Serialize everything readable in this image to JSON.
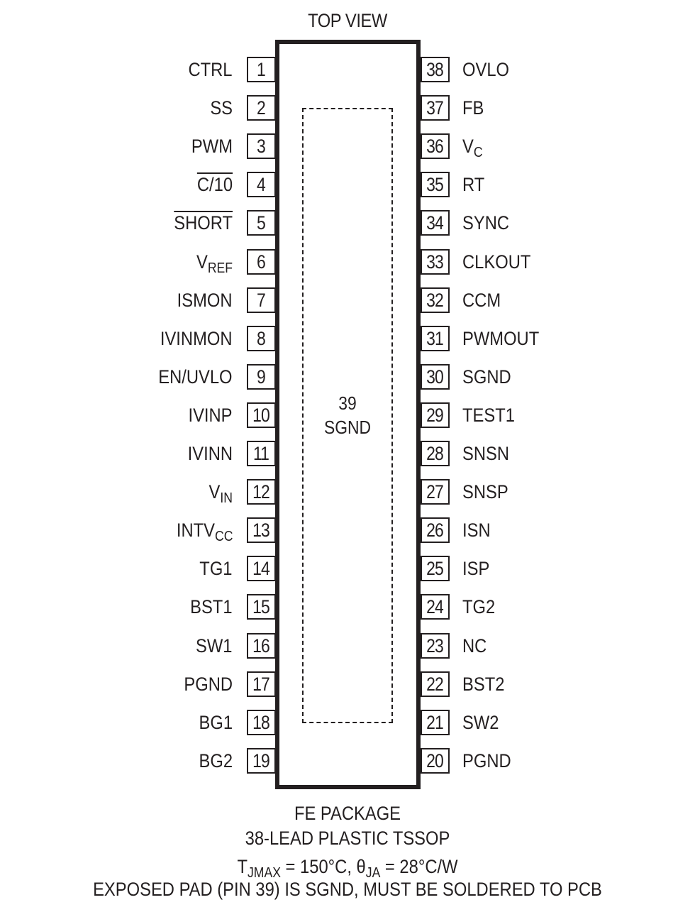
{
  "diagram": {
    "title": "TOP VIEW",
    "exposed_pad": {
      "number": "39",
      "name": "SGND"
    },
    "left_pins": [
      {
        "num": "1",
        "name": "CTRL"
      },
      {
        "num": "2",
        "name": "SS"
      },
      {
        "num": "3",
        "name": "PWM"
      },
      {
        "num": "4",
        "name": "C/10",
        "overbar": true
      },
      {
        "num": "5",
        "name": "SHORT",
        "overbar": true
      },
      {
        "num": "6",
        "name": "V",
        "sub": "REF"
      },
      {
        "num": "7",
        "name": "ISMON"
      },
      {
        "num": "8",
        "name": "IVINMON"
      },
      {
        "num": "9",
        "name": "EN/UVLO"
      },
      {
        "num": "10",
        "name": "IVINP"
      },
      {
        "num": "11",
        "name": "IVINN"
      },
      {
        "num": "12",
        "name": "V",
        "sub": "IN"
      },
      {
        "num": "13",
        "name": "INTV",
        "sub": "CC"
      },
      {
        "num": "14",
        "name": "TG1"
      },
      {
        "num": "15",
        "name": "BST1"
      },
      {
        "num": "16",
        "name": "SW1"
      },
      {
        "num": "17",
        "name": "PGND"
      },
      {
        "num": "18",
        "name": "BG1"
      },
      {
        "num": "19",
        "name": "BG2"
      }
    ],
    "right_pins": [
      {
        "num": "38",
        "name": "OVLO"
      },
      {
        "num": "37",
        "name": "FB"
      },
      {
        "num": "36",
        "name": "V",
        "sub": "C"
      },
      {
        "num": "35",
        "name": "RT"
      },
      {
        "num": "34",
        "name": "SYNC"
      },
      {
        "num": "33",
        "name": "CLKOUT"
      },
      {
        "num": "32",
        "name": "CCM"
      },
      {
        "num": "31",
        "name": "PWMOUT"
      },
      {
        "num": "30",
        "name": "SGND"
      },
      {
        "num": "29",
        "name": "TEST1"
      },
      {
        "num": "28",
        "name": "SNSN"
      },
      {
        "num": "27",
        "name": "SNSP"
      },
      {
        "num": "26",
        "name": "ISN"
      },
      {
        "num": "25",
        "name": "ISP"
      },
      {
        "num": "24",
        "name": "TG2"
      },
      {
        "num": "23",
        "name": "NC"
      },
      {
        "num": "22",
        "name": "BST2"
      },
      {
        "num": "21",
        "name": "SW2"
      },
      {
        "num": "20",
        "name": "PGND"
      }
    ],
    "footer": {
      "package": "FE PACKAGE",
      "description": "38-LEAD PLASTIC TSSOP",
      "thermal": {
        "tj_label": "T",
        "tj_sub": "JMAX",
        "tj_val": " = 150°C, ",
        "theta": "θ",
        "theta_sub": "JA",
        "theta_val": " = 28°C/W"
      },
      "note": "EXPOSED PAD (PIN 39) IS SGND, MUST BE SOLDERED TO PCB"
    }
  }
}
